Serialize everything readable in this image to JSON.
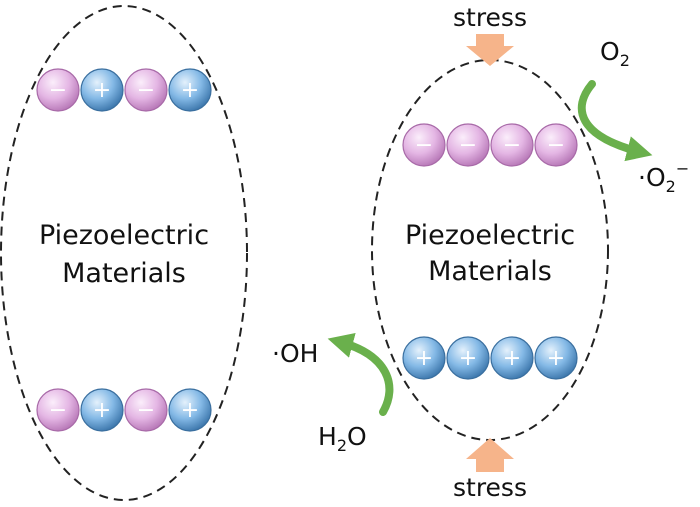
{
  "left_panel": {
    "label_line1": "Piezoelectric",
    "label_line2": "Materials",
    "top_row": [
      "−",
      "+",
      "−",
      "+"
    ],
    "bottom_row": [
      "−",
      "+",
      "−",
      "+"
    ]
  },
  "right_panel": {
    "label_line1": "Piezoelectric",
    "label_line2": "Materials",
    "top_row": [
      "−",
      "−",
      "−",
      "−"
    ],
    "bottom_row": [
      "+",
      "+",
      "+",
      "+"
    ],
    "stress_top": "stress",
    "stress_bottom": "stress"
  },
  "species": {
    "oxygen": "O",
    "oxygen_sub": "2",
    "superoxide_prefix": "·O",
    "superoxide_sub": "2",
    "superoxide_sup": "−",
    "hydroxyl": "·OH",
    "water_h": "H",
    "water_sub": "2",
    "water_o": "O"
  },
  "colors": {
    "negative_ball": "#e0b3e0",
    "positive_ball": "#7fb6e6",
    "stress_arrow": "#f6b48a",
    "reaction_arrow": "#6ab04c"
  }
}
